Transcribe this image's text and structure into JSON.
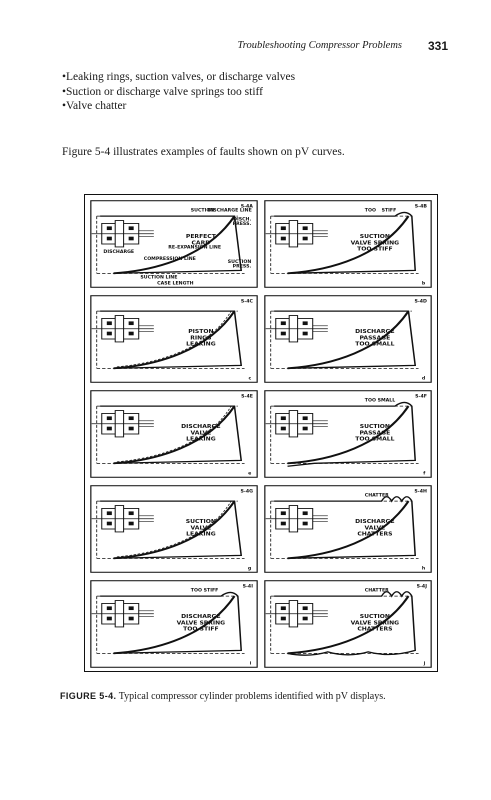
{
  "header": {
    "running_head": "Troubleshooting Compressor Problems",
    "page_number": "331"
  },
  "bullets": [
    "Leaking rings, suction valves, or discharge valves",
    "Suction or discharge valve springs too stiff",
    "Valve chatter"
  ],
  "intro": "Figure 5-4 illustrates examples of faults shown on pV curves.",
  "figure": {
    "panels": [
      {
        "code": "S-4A",
        "letter": "",
        "labels": [
          "PERFECT",
          "CARD"
        ],
        "top": [
          "SUCTION",
          "DISCHARGE LINE"
        ],
        "bottom": [
          "SUCTION LINE",
          "CASE LENGTH"
        ],
        "side": [
          "DISCH.",
          "PRESS.",
          "SUCTION",
          "PRESS."
        ],
        "inner": [
          "DISCHARGE",
          "COMPRESSION LINE",
          "RE-EXPANSION LINE"
        ],
        "variant": "a"
      },
      {
        "code": "S-4B",
        "letter": "b",
        "labels": [
          "SUCTION",
          "VALVE SPRING",
          "TOO STIFF"
        ],
        "top": [
          "TOO",
          "STIFF"
        ],
        "variant": "b"
      },
      {
        "code": "S-4C",
        "letter": "c",
        "labels": [
          "PISTON",
          "RINGS",
          "LEAKING"
        ],
        "variant": "c"
      },
      {
        "code": "S-4D",
        "letter": "d",
        "labels": [
          "DISCHARGE",
          "PASSAGE",
          "TOO SMALL"
        ],
        "variant": "d"
      },
      {
        "code": "S-4E",
        "letter": "e",
        "labels": [
          "DISCHARGE",
          "VALVE",
          "LEAKING"
        ],
        "variant": "e"
      },
      {
        "code": "S-4F",
        "letter": "f",
        "labels": [
          "SUCTION",
          "PASSAGE",
          "TOO SMALL"
        ],
        "top": [
          "TOO SMALL"
        ],
        "variant": "f"
      },
      {
        "code": "S-4G",
        "letter": "g",
        "labels": [
          "SUCTION",
          "VALVE",
          "LEAKING"
        ],
        "variant": "g"
      },
      {
        "code": "S-4H",
        "letter": "h",
        "labels": [
          "DISCHARGE",
          "VALVE",
          "CHATTERS"
        ],
        "top": [
          "CHATTER"
        ],
        "variant": "h"
      },
      {
        "code": "S-4I",
        "letter": "i",
        "labels": [
          "DISCHARGE",
          "VALVE SPRING",
          "TOO STIFF"
        ],
        "top": [
          "TOO STIFF"
        ],
        "variant": "i"
      },
      {
        "code": "S-4J",
        "letter": "j",
        "labels": [
          "SUCTION",
          "VALVE SPRING",
          "CHATTERS"
        ],
        "top": [
          "CHATTER"
        ],
        "variant": "j"
      }
    ]
  },
  "caption": {
    "label": "FIGURE 5-4.",
    "text": "Typical compressor cylinder problems identified with pV displays."
  }
}
